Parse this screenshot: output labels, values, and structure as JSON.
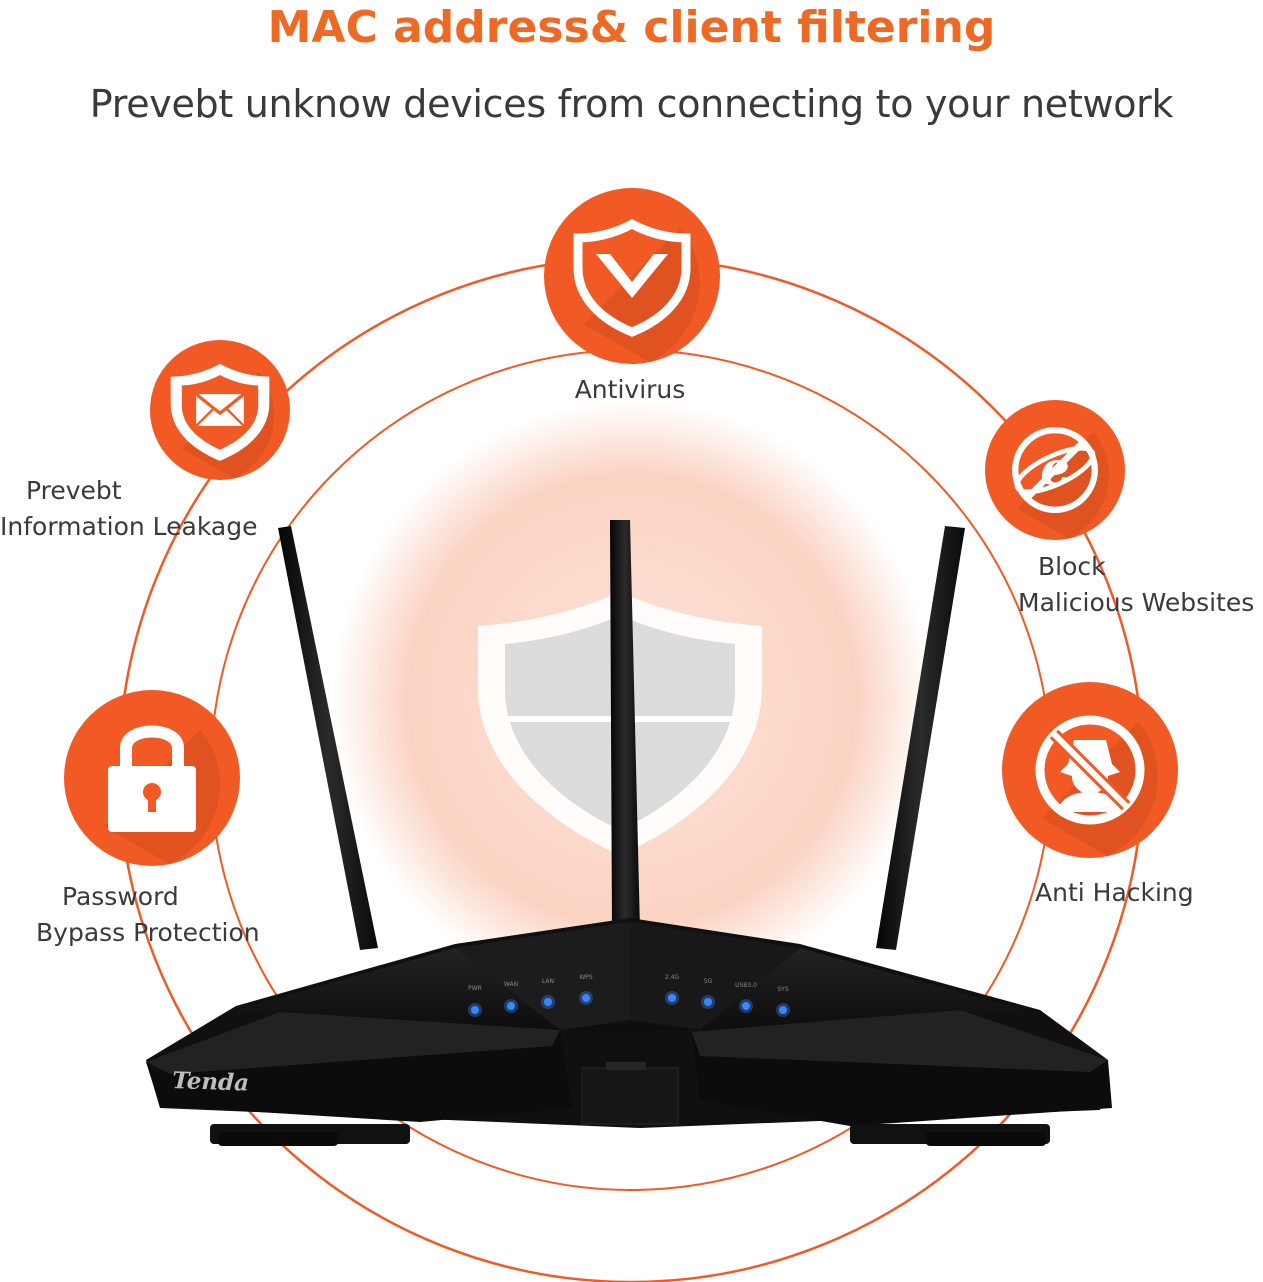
{
  "header": {
    "title": "MAC address& client filtering",
    "subtitle": "Prevebt unknow devices from connecting to your network"
  },
  "colors": {
    "accent": "#f15a24",
    "title": "#ee6a24",
    "text": "#3a3a3a",
    "glow": "#fbd6c7",
    "router": "#141414",
    "led": "#3a86ff"
  },
  "features": [
    {
      "id": "antivirus",
      "icon": "shield-v-icon",
      "lines": [
        "Antivirus"
      ]
    },
    {
      "id": "information-leakage",
      "icon": "shield-mail-icon",
      "lines": [
        "Prevebt",
        "Information Leakage"
      ]
    },
    {
      "id": "malicious-websites",
      "icon": "blocked-browser-icon",
      "lines": [
        "Block",
        "Malicious Websites"
      ]
    },
    {
      "id": "password-bypass",
      "icon": "padlock-icon",
      "lines": [
        "Password",
        "Bypass Protection"
      ]
    },
    {
      "id": "anti-hacking",
      "icon": "no-hacker-icon",
      "lines": [
        "Anti Hacking"
      ]
    }
  ],
  "router": {
    "brand": "Tenda",
    "leds": [
      "PWR",
      "WAN",
      "LAN",
      "WPS",
      "2.4G",
      "5G",
      "USB3.0",
      "SYS"
    ]
  }
}
